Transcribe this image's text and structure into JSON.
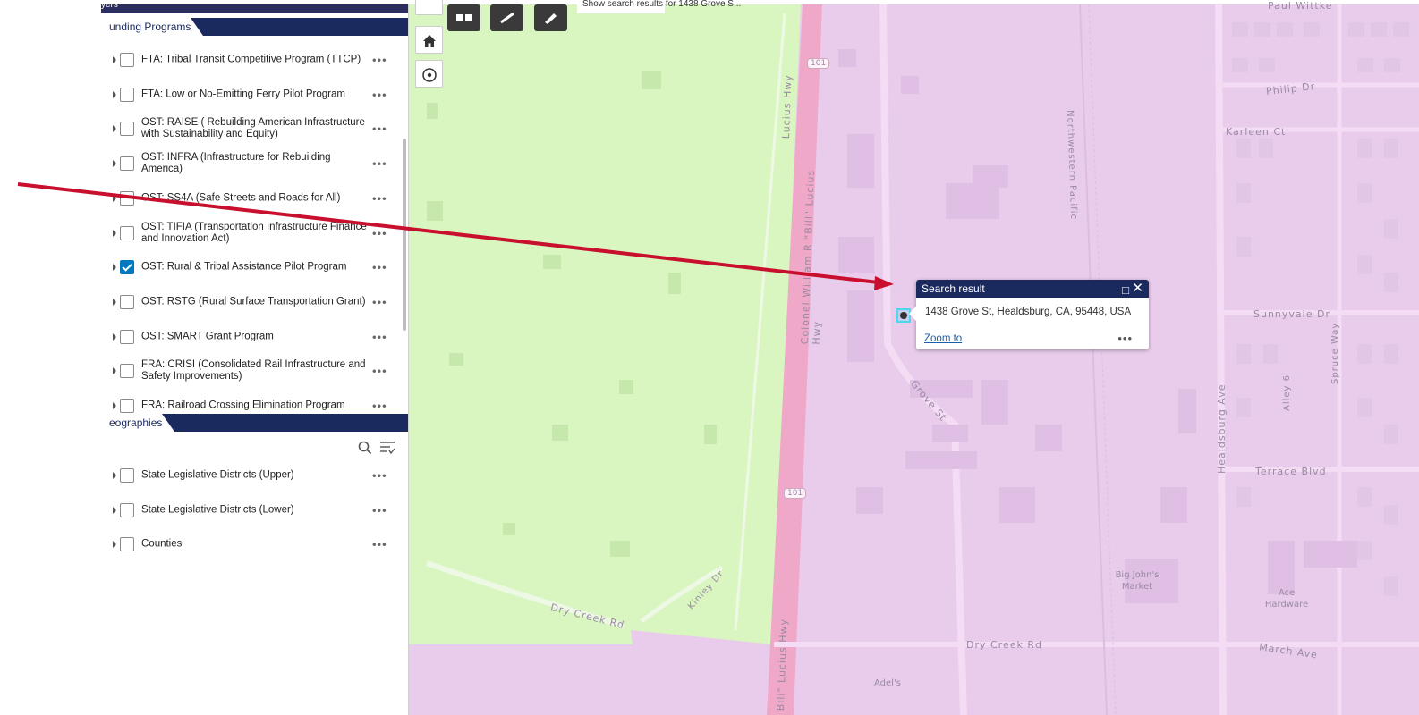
{
  "panel": {
    "top_title": "yers",
    "section1_title": "unding Programs",
    "section1_items": [
      {
        "label": "FTA: Tribal Transit Competitive Program (TTCP)",
        "checked": false
      },
      {
        "label": "FTA: Low or No-Emitting Ferry Pilot Program",
        "checked": false
      },
      {
        "label": "OST: RAISE ( Rebuilding American Infrastructure with Sustainability and Equity)",
        "checked": false
      },
      {
        "label": "OST: INFRA (Infrastructure for Rebuilding America)",
        "checked": false
      },
      {
        "label": "OST: SS4A (Safe Streets and Roads for All)",
        "checked": false
      },
      {
        "label": "OST: TIFIA (Transportation Infrastructure Finance and Innovation Act)",
        "checked": false
      },
      {
        "label": "OST: Rural & Tribal Assistance Pilot Program",
        "checked": true
      },
      {
        "label": "OST: RSTG (Rural Surface Transportation Grant)",
        "checked": false
      },
      {
        "label": "OST: SMART Grant Program",
        "checked": false
      },
      {
        "label": "FRA: CRISI (Consolidated Rail Infrastructure and Safety Improvements)",
        "checked": false
      },
      {
        "label": "FRA: Railroad Crossing Elimination Program",
        "checked": false
      }
    ],
    "section2_title": "eographies",
    "section2_items": [
      {
        "label": "State Legislative Districts (Upper)",
        "checked": false
      },
      {
        "label": "State Legislative Districts (Lower)",
        "checked": false
      },
      {
        "label": "Counties",
        "checked": false
      }
    ],
    "more_glyph": "•••",
    "icons": {
      "search": "search-icon",
      "filter": "filter-icon"
    }
  },
  "map": {
    "search_hint": "Show search results for 1438 Grove S...",
    "road_labels": {
      "highway": "101",
      "highway2": "101",
      "hwy_name": "Lucius Hwy",
      "hwy_name2": "Bill\" Lucius Hwy",
      "william": "Colonel William R \"Bill\" Lucius Hwy",
      "grove": "Grove St",
      "dry_creek": "Dry Creek Rd",
      "dry_creek_w": "Dry Creek Rd",
      "kinley": "Kinley Dr",
      "philip": "Philip Dr",
      "karleen": "Karleen Ct",
      "sunnyvale": "Sunnyvale Dr",
      "terrace": "Terrace Blvd",
      "march": "March Ave",
      "healdsburg": "Healdsburg Ave",
      "alley": "Alley 6",
      "spruce": "Spruce Way",
      "northwestern": "Northwestern Pacific",
      "big_johns": "Big John's Market",
      "ace": "Ace Hardware",
      "adels": "Adel's",
      "paul": "Paul Wittke"
    },
    "colors": {
      "green_zone": "#d9f5c0",
      "pink_zone": "#e9ccec",
      "highway": "#f0a8c8",
      "arrow": "#c8102e"
    }
  },
  "popup": {
    "title": "Search result",
    "address": "1438 Grove St, Healdsburg, CA, 95448, USA",
    "zoom_link": "Zoom to",
    "more": "•••",
    "maximize": "□",
    "close": "✕"
  }
}
